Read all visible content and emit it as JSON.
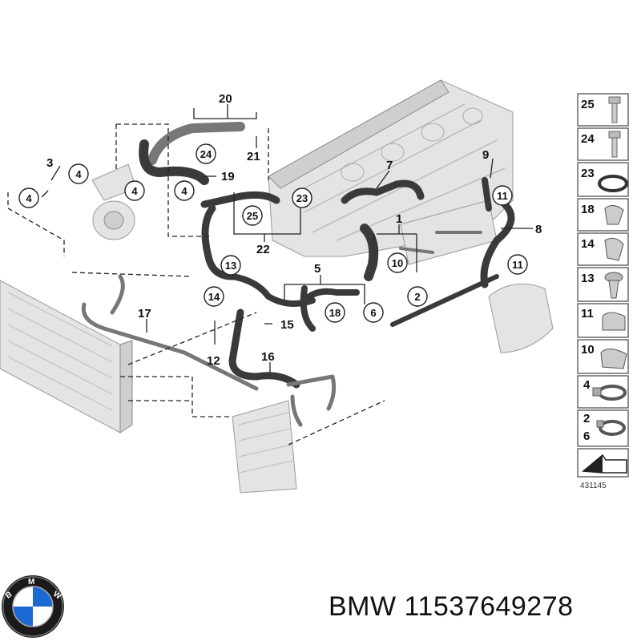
{
  "diagram": {
    "callouts": {
      "c1": "1",
      "c2": "2",
      "c3": "3",
      "c5": "5",
      "c6": "6",
      "c7": "7",
      "c8": "8",
      "c9": "9",
      "c10": "10",
      "c11a": "11",
      "c11b": "11",
      "c12": "12",
      "c13": "13",
      "c14": "14",
      "c15": "15",
      "c16": "16",
      "c17": "17",
      "c18": "18",
      "c19": "19",
      "c20": "20",
      "c21": "21",
      "c22": "22",
      "c23": "23",
      "c24": "24",
      "c25": "25",
      "c4a": "4",
      "c4b": "4",
      "c4c": "4",
      "c4d": "4"
    },
    "legend": {
      "items": [
        "25",
        "24",
        "23",
        "18",
        "14",
        "13",
        "11",
        "10",
        "4",
        "2",
        "6"
      ],
      "reference_number": "431145"
    }
  },
  "footer": {
    "brand": "BMW",
    "part_number": "11537649278"
  },
  "colors": {
    "hose": "#3a3a3a",
    "part_fill": "#e4e4e4",
    "logo_blue": "#1c69d4"
  }
}
